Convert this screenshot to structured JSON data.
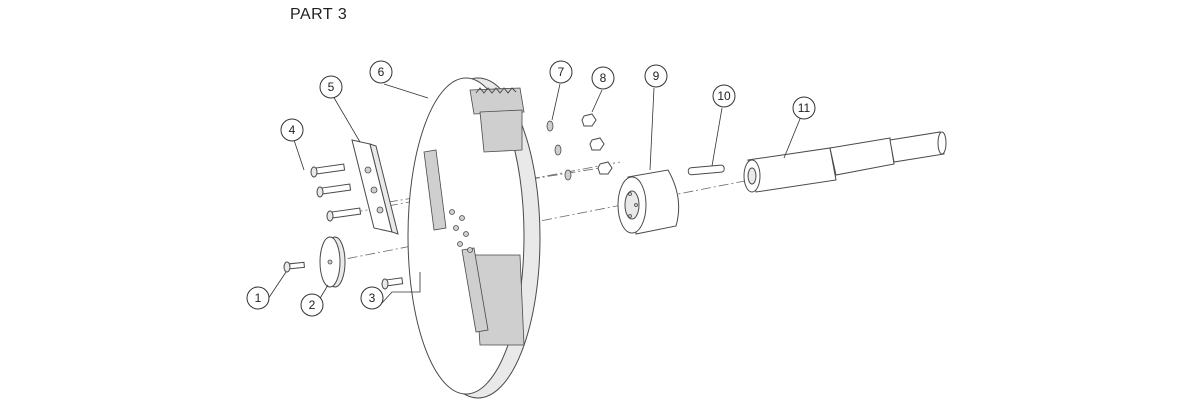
{
  "title": "PART 3",
  "callouts": [
    "1",
    "2",
    "3",
    "4",
    "5",
    "6",
    "7",
    "8",
    "9",
    "10",
    "11"
  ]
}
